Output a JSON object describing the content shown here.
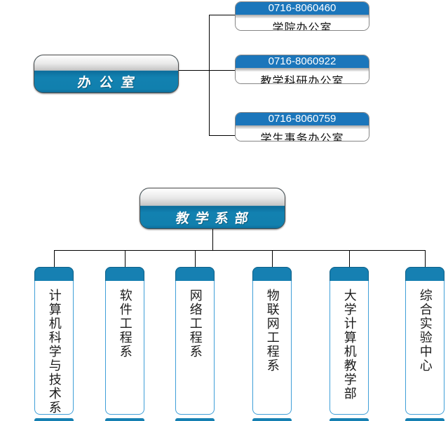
{
  "page": {
    "background": "#ffffff"
  },
  "colors": {
    "banner_blue": "#1180ae",
    "phone_header_blue": "#1b76bb",
    "cap_blue": "#1680b2",
    "vbox_border_blue": "#3f9fd8",
    "connector_line": "#000000",
    "banner_border": "#4c4c4c",
    "gloss_gray": "#c6c6c6"
  },
  "office_section": {
    "root_label": "办公室",
    "children": [
      {
        "phone": "0716-8060460",
        "label": "学院办公室"
      },
      {
        "phone": "0716-8060922",
        "label": "教学科研办公室"
      },
      {
        "phone": "0716-8060759",
        "label": "学生事务办公室"
      }
    ]
  },
  "departments_section": {
    "root_label": "教学系部",
    "children": [
      {
        "label": "计算机科学与技术系"
      },
      {
        "label": "软件工程系"
      },
      {
        "label": "网络工程系"
      },
      {
        "label": "物联网工程系"
      },
      {
        "label": "大学计算机教学部"
      },
      {
        "label": "综合实验中心"
      }
    ]
  }
}
